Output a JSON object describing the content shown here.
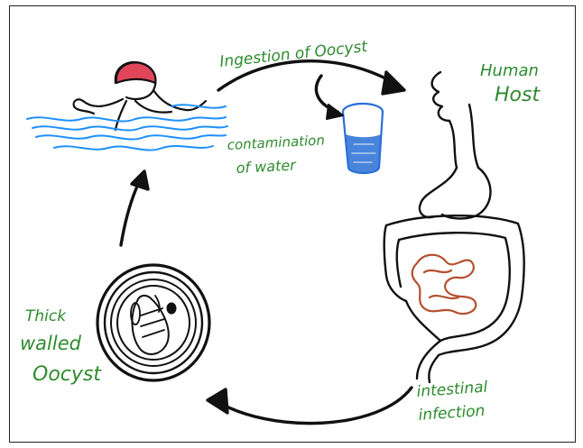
{
  "labels": {
    "ingestion": "Ingestion of Oocyst",
    "human_host_line1": "Human",
    "human_host_line2": "Host",
    "contamination_line1": "contamination",
    "contamination_line2": "of water",
    "thick_line1": "Thick",
    "thick_line2": "walled",
    "thick_line3": "Oocyst",
    "intestinal_line1": "intestinal",
    "intestinal_line2": "infection"
  },
  "colors": {
    "label_text": "#2e8b2e",
    "ink": "#111111",
    "water": "#1e90ff",
    "cap": "#e0455a",
    "cup_blue": "#2a6fd6",
    "small_intestine": "#b5502f"
  },
  "icons": [
    "swimmer-icon",
    "water-cup-icon",
    "digestive-tract-icon",
    "oocyst-icon"
  ]
}
